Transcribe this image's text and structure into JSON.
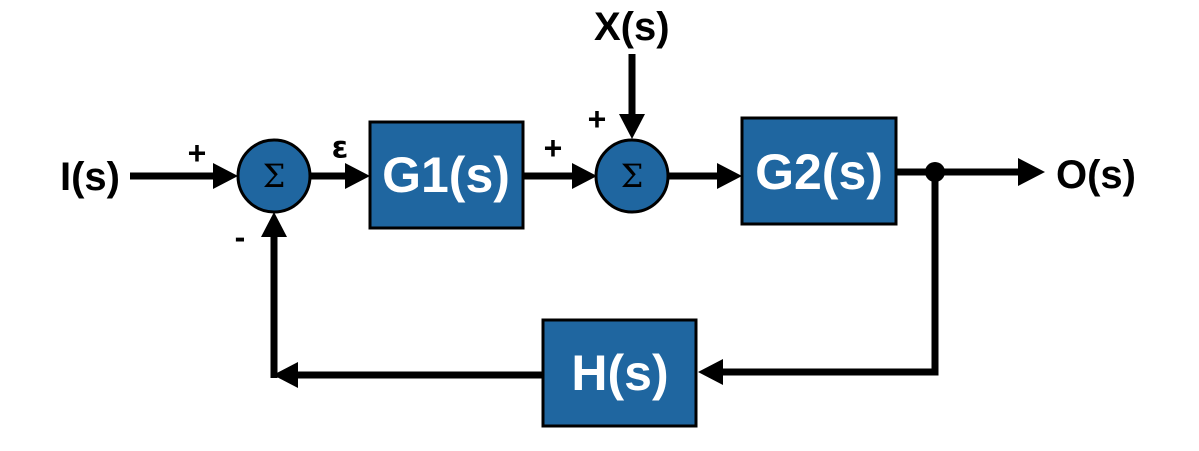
{
  "colors": {
    "block_fill": "#1f66a0",
    "line": "#000000"
  },
  "signals": {
    "input": "I(s)",
    "output": "O(s)",
    "disturbance": "X(s)",
    "error": "ε"
  },
  "blocks": {
    "g1": "G1(s)",
    "g2": "G2(s)",
    "h": "H(s)"
  },
  "summing_junctions": {
    "symbol": "Σ",
    "junction1_plus": "+",
    "junction1_minus": "-",
    "junction2_plus_left": "+",
    "junction2_plus_top": "+"
  }
}
